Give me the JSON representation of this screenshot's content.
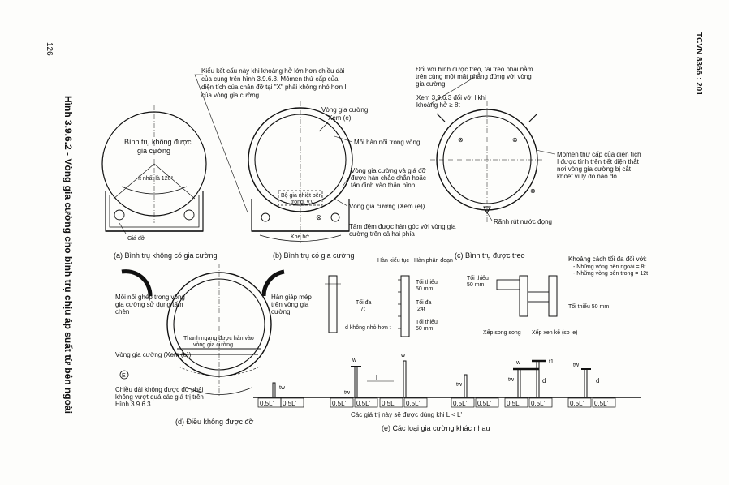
{
  "page_number": "126",
  "standard_code": "TCVN 8366 : 201",
  "figure_caption": "Hình 3.9.6.2 - Vòng gia cường cho bình trụ chịu áp suất từ bên ngoài",
  "panel_a": {
    "shell_label_1": "Bình trụ không được",
    "shell_label_2": "gia cường",
    "angle_label": "ít nhất là 120°",
    "support_label": "Giá đỡ",
    "caption": "(a) Bình trụ không có gia cường"
  },
  "panel_b": {
    "note_1": "Kiểu kết cấu này khi khoảng hở lớn hơn chiều dài",
    "note_2": "của cung trên hình 3.9.6.3. Mômen thứ cấp của",
    "note_3": "diện tích của chân đỡ tại \"X\" phải không nhỏ hơn I",
    "note_4": "của vòng gia cường.",
    "ring_label_1": "Vòng gia cường",
    "ring_label_2": "Xem (e)",
    "weld_label": "Mối hàn nối trong vòng",
    "ring_support_1": "Vòng gia cường và giá đỡ",
    "ring_support_2": "được hàn chắc chắn hoặc",
    "ring_support_3": "tán đinh vào thân bình",
    "ring_bottom": "Vòng gia cường (Xem (e))",
    "heater_1": "Bộ gia nhiệt bên",
    "heater_2": "trong, v.v",
    "gap_label": "Khe hở",
    "pad_1": "Tấm đệm được hàn góc với vòng gia",
    "pad_2": "cường trên cả hai phía",
    "caption": "(b) Bình trụ có gia cường"
  },
  "panel_c": {
    "note_1": "Đối với bình được treo, tai treo phải nằm",
    "note_2": "trên cùng một mặt phẳng đứng với vòng",
    "note_3": "gia cường.",
    "ref_1": "Xem 3.9.6.3 đối với l khi",
    "ref_2": "khoảng hở ≥ 8t",
    "moment_1": "Mômen thứ cấp của diện tích",
    "moment_2": "I được tính trên tiết diện thắt",
    "moment_3": "nơi vòng gia cường bị cắt",
    "moment_4": "khoét vì lý do nào đó",
    "drain_label": "Rãnh rút nước đọng",
    "caption": "(c) Bình trụ được treo"
  },
  "panel_d": {
    "joint_1": "Mối nối ghép trong vòng",
    "joint_2": "gia cường sử dụng tấm",
    "joint_3": "chèn",
    "butt_1": "Hàn giáp mép",
    "butt_2": "trên vòng gia",
    "butt_3": "cường",
    "tray_1": "Thanh ngang được hàn vào",
    "tray_2": "vòng gia cường",
    "ring_label": "Vòng gia cường (Xem (e))",
    "marker": "E",
    "length_1": "Chiều dài không được đỡ phải",
    "length_2": "không vượt quá các giá trị trên",
    "length_3": "Hình 3.9.6.3",
    "caption": "(d) Điều không được đỡ"
  },
  "panel_e": {
    "stitch_weld": "Hàn kiểu tục",
    "staggered_weld": "Hàn phân đoạn",
    "min_50_a": "Tối thiểu",
    "min_50_a2": "50 mm",
    "max_8t_1": "Tối đa",
    "max_8t_2": "7t",
    "max_24t_1": "Tối đa",
    "max_24t_2": "24t",
    "min_50_b": "Tối thiểu",
    "min_50_b2": "50 mm",
    "d_label": "d không nhỏ hơn t",
    "max_spacing_1": "Khoảng cách tối đa đối với:",
    "max_spacing_2": "- Những vòng bên ngoài = 8t",
    "max_spacing_3": "- Những vòng bên trong = 12t",
    "min_50_c": "Tối thiểu",
    "min_50_c2": "50 mm",
    "min_50_d": "Tối thiểu 50 mm",
    "inline_label": "Xếp song song",
    "stagger_label": "Xếp xen kẽ (so le)",
    "dim_label": "0,5L'",
    "note": "Các giá trị này sẽ được dùng khi L < L'",
    "caption": "(e) Các loại gia cường khác nhau",
    "sym_tw": "tw",
    "sym_w": "w",
    "sym_l": "l",
    "sym_d": "d",
    "sym_t1": "t1"
  }
}
